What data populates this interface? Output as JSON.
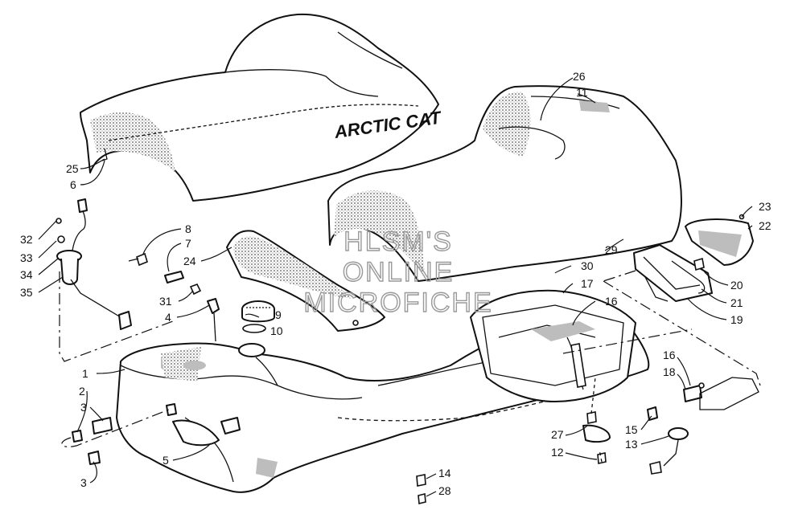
{
  "brand_text": "ARCTIC CAT",
  "watermark": [
    "HLSM'S",
    "ONLINE",
    "MICROFICHE"
  ],
  "callouts": [
    "25",
    "6",
    "32",
    "33",
    "34",
    "35",
    "8",
    "7",
    "24",
    "31",
    "4",
    "9",
    "10",
    "1",
    "2",
    "3",
    "3",
    "5",
    "26",
    "11",
    "23",
    "22",
    "29",
    "30",
    "17",
    "16",
    "20",
    "21",
    "19",
    "16",
    "18",
    "15",
    "13",
    "27",
    "12",
    "14",
    "28"
  ]
}
